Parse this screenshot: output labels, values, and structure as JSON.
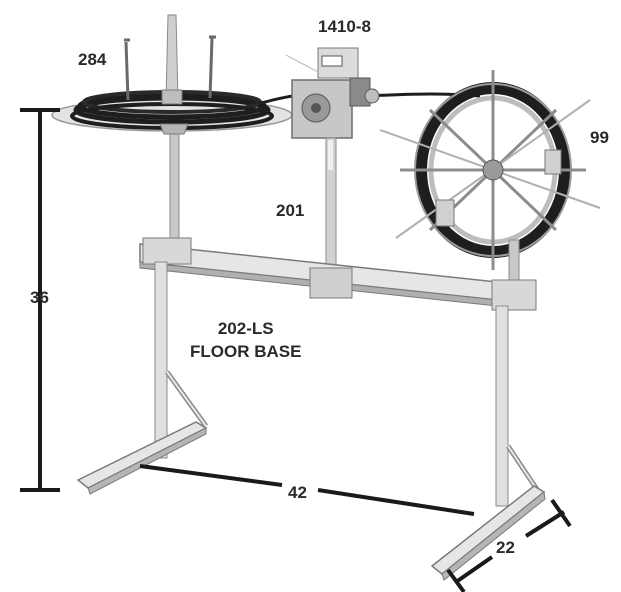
{
  "labels": {
    "reel": "284",
    "counter": "1410-8",
    "wheel": "99",
    "post": "201",
    "height": "36",
    "base_model": "202-LS",
    "base_name": "FLOOR BASE",
    "width": "42",
    "depth": "22"
  },
  "colors": {
    "metal_light": "#e6e6e6",
    "metal_mid": "#bdbdbd",
    "metal_dark": "#7a7a7a",
    "coil": "#1e1e1e",
    "dimension_line": "#1a1a1a"
  }
}
